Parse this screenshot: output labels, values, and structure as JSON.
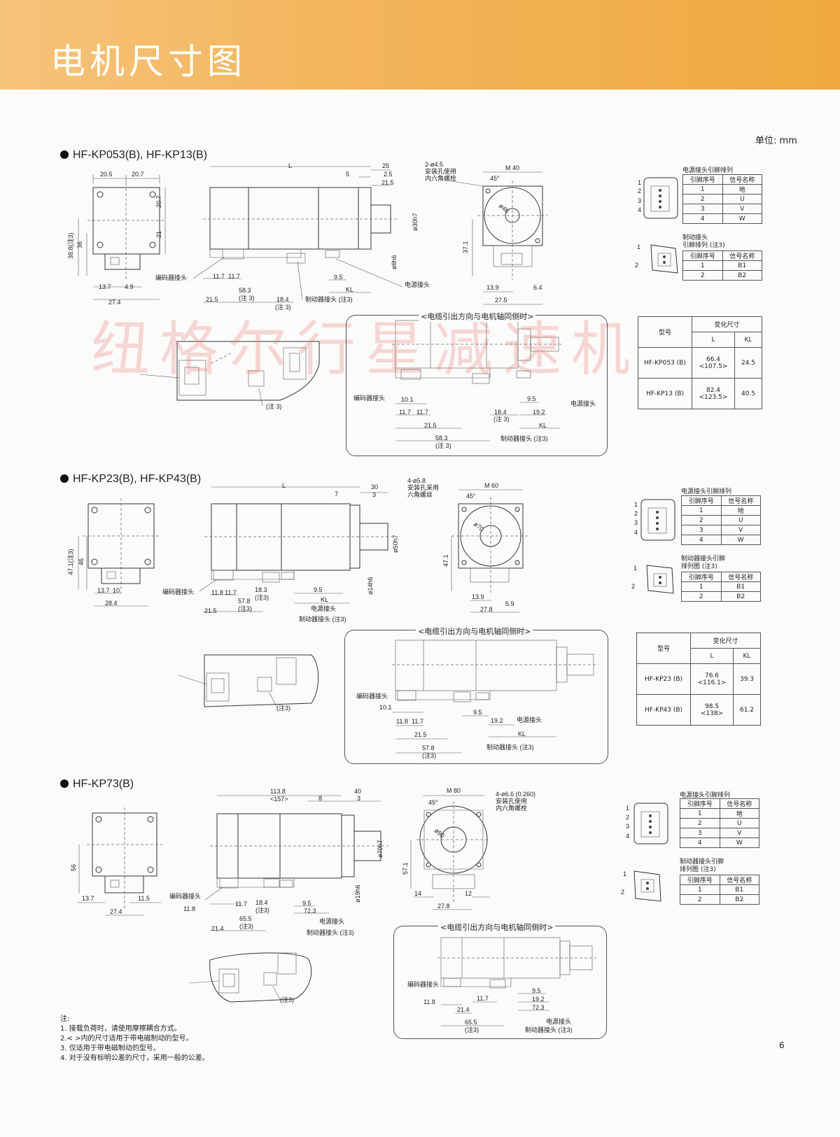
{
  "header": {
    "title": "电机尺寸图"
  },
  "unit": "单位: mm",
  "watermark": "纽格尔行星减速机",
  "sections": [
    {
      "title": "HF-KP053(B), HF-KP13(B)",
      "dims_front": [
        "20.5",
        "20.7",
        "20.7",
        "21",
        "36",
        "38.8(注3)",
        "13.7",
        "4.9",
        "27.4"
      ],
      "dims_side": [
        "L",
        "5",
        "25",
        "2.5",
        "21.5",
        "ø30h7",
        "ø8h6",
        "11.7",
        "11.7",
        "21.5",
        "58.3",
        "(注 3)",
        "18.4",
        "(注 3)",
        "9.5",
        "KL"
      ],
      "dims_flange": [
        "2-ø4.5",
        "安装孔使用",
        "内六角螺栓",
        "M 40",
        "45°",
        "ø46",
        "37.1",
        "13.9",
        "6.4",
        "27.5"
      ],
      "labels": {
        "encoder": "编码器接头",
        "power": "电源接头",
        "brake": "制动器接头 (注3)",
        "note3": "(注 3)"
      },
      "cable_box": {
        "title": "<电缆引出方向与电机轴同侧时>",
        "dims": [
          "10.1",
          "11.7",
          "11.7",
          "21.5",
          "58.3",
          "(注 3)",
          "18.4",
          "(注 3)",
          "9.5",
          "19.2",
          "KL"
        ],
        "encoder": "编码器接头",
        "power": "电源接头",
        "brake": "制动器接头 (注3)"
      },
      "power_pins": {
        "caption": "电源接头引脚排列",
        "headers": [
          "引脚序号",
          "信号名称"
        ],
        "rows": [
          [
            "1",
            "地"
          ],
          [
            "2",
            "U"
          ],
          [
            "3",
            "V"
          ],
          [
            "4",
            "W"
          ]
        ]
      },
      "brake_pins": {
        "caption": "制动接头\n引脚排列 (注3)",
        "headers": [
          "引脚序号",
          "信号名称"
        ],
        "rows": [
          [
            "1",
            "B1"
          ],
          [
            "2",
            "B2"
          ]
        ]
      },
      "var_table": {
        "headers": [
          "型号",
          "变化尺寸",
          "L",
          "KL"
        ],
        "rows": [
          [
            "HF-KP053 (B)",
            "66.4",
            "<107.5>",
            "24.5"
          ],
          [
            "HF-KP13 (B)",
            "82.4",
            "<123.5>",
            "40.5"
          ]
        ]
      }
    },
    {
      "title": "HF-KP23(B), HF-KP43(B)",
      "dims_front": [
        "47.1(注3)",
        "46",
        "13.7",
        "10",
        "28.4"
      ],
      "dims_side": [
        "L",
        "7",
        "30",
        "3",
        "ø50h7",
        "ø14h6",
        "11.8",
        "11.7",
        "21.5",
        "57.8",
        "(注3)",
        "18.3",
        "(注3)",
        "9.5",
        "KL"
      ],
      "dims_flange": [
        "4-ø5.8",
        "安装孔采用",
        "六角螺丝",
        "M 60",
        "45°",
        "ø70",
        "47.1",
        "13.9",
        "5.9",
        "27.8"
      ],
      "labels": {
        "encoder": "编码器接头",
        "power": "电源接头",
        "brake": "制动器接头 (注3)",
        "note3": "(注3)"
      },
      "cable_box": {
        "title": "<电缆引出方向与电机轴同侧时>",
        "dims": [
          "10.1",
          "11.8",
          "11.7",
          "21.5",
          "57.8",
          "(注3)",
          "9.5",
          "19.2",
          "KL"
        ],
        "encoder": "编码器接头",
        "power": "电源接头",
        "brake": "制动器接头 (注3)"
      },
      "power_pins": {
        "caption": "电源接头引脚排列",
        "headers": [
          "引脚序号",
          "信号名称"
        ],
        "rows": [
          [
            "1",
            "地"
          ],
          [
            "2",
            "U"
          ],
          [
            "3",
            "V"
          ],
          [
            "4",
            "W"
          ]
        ]
      },
      "brake_pins": {
        "caption": "制动器接头引脚\n排列图 (注3)",
        "headers": [
          "引脚序号",
          "信号名称"
        ],
        "rows": [
          [
            "1",
            "B1"
          ],
          [
            "2",
            "B2"
          ]
        ]
      },
      "var_table": {
        "headers": [
          "型号",
          "变化尺寸",
          "L",
          "KL"
        ],
        "rows": [
          [
            "HF-KP23 (B)",
            "76.6",
            "<116.1>",
            "39.3"
          ],
          [
            "HF-KP43 (B)",
            "98.5",
            "<138>",
            "61.2"
          ]
        ]
      }
    },
    {
      "title": "HF-KP73(B)",
      "dims_front": [
        "56",
        "13.7",
        "11.5",
        "27.4"
      ],
      "dims_side": [
        "113.8",
        "<157>",
        "8",
        "40",
        "3",
        "ø70h7",
        "ø19h6",
        "11.8",
        "11.7",
        "18.4",
        "(注3)",
        "65.5",
        "(注3)",
        "21.4",
        "9.5",
        "72.3"
      ],
      "dims_flange": [
        "M 80",
        "4-ø6.6 (0.260)",
        "安装孔使用",
        "内六角螺栓",
        "45°",
        "ø90",
        "57.1",
        "14",
        "12",
        "27.8"
      ],
      "labels": {
        "encoder": "编码器接头",
        "power": "电源接头",
        "brake": "制动器接头 (注3)",
        "note3": "(注3)"
      },
      "cable_box": {
        "title": "<电缆引出方向与电机轴同侧时>",
        "dims": [
          "11.8",
          "21.4",
          "11.7",
          "9.5",
          "19.2",
          "72.3",
          "65.5",
          "(注3)"
        ],
        "encoder": "编码器接头",
        "power": "电源接头",
        "brake": "制动器接头 (注3)"
      },
      "power_pins": {
        "caption": "电源接头引脚排列",
        "headers": [
          "引脚序号",
          "信号名称"
        ],
        "rows": [
          [
            "1",
            "地"
          ],
          [
            "2",
            "U"
          ],
          [
            "3",
            "V"
          ],
          [
            "4",
            "W"
          ]
        ]
      },
      "brake_pins": {
        "caption": "制动器接头引脚\n排列图 (注3)",
        "headers": [
          "引脚序号",
          "信号名称"
        ],
        "rows": [
          [
            "1",
            "B1"
          ],
          [
            "2",
            "B2"
          ]
        ]
      }
    }
  ],
  "notes": {
    "title": "注:",
    "items": [
      "1. 接载负荷时，请使用摩擦耦合方式。",
      "2.< >内的尺寸适用于带电磁制动的型号。",
      "3. 仅适用于带电磁制动的型号。",
      "4. 对于没有标明公差的尺寸，采用一般的公差。"
    ]
  },
  "page_number": "6"
}
